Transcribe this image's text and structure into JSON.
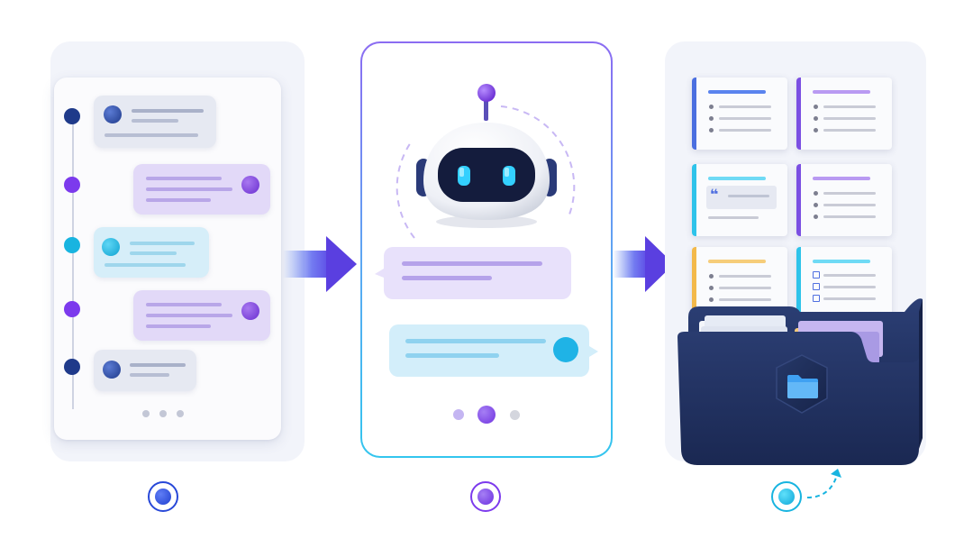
{
  "diagram": {
    "stages": [
      {
        "id": "conversation",
        "icon": "chat-thread-icon"
      },
      {
        "id": "assistant",
        "icon": "robot-icon"
      },
      {
        "id": "organized-storage",
        "icon": "folder-icon"
      }
    ],
    "colors": {
      "navy": "#1f3a8a",
      "violet": "#7c3aed",
      "cyan": "#18b4e0",
      "lavender": "#e9e3fb",
      "sky": "#dff2fb",
      "folder": "#22335f",
      "amber": "#f3b94a"
    },
    "flow_nodes": [
      "blue-node",
      "purple-node",
      "cyan-node"
    ],
    "pagination": {
      "active_index": 1,
      "count": 3
    }
  }
}
